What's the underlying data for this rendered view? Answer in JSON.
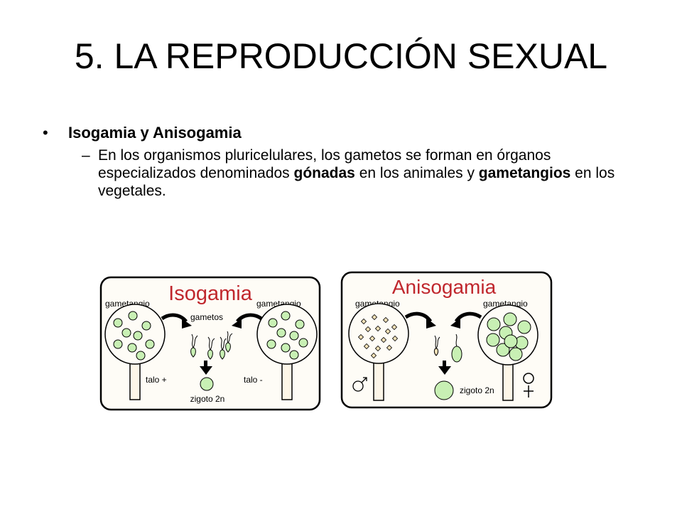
{
  "slide": {
    "title": "5. LA REPRODUCCIÓN SEXUAL",
    "bullet": "Isogamia y Anisogamia",
    "sub_parts": [
      "En los organismos pluricelulares, los gametos se forman en órganos especializados denominados ",
      "gónadas",
      " en los animales y ",
      "gametangios",
      " en los vegetales."
    ]
  },
  "isogamia": {
    "title": "Isogamia",
    "left_label": "gametangio",
    "right_label": "gametangio",
    "gametes_label": "gametos",
    "thallus_plus": "talo +",
    "thallus_minus": "talo -",
    "zygote": "zigoto 2n"
  },
  "anisogamia": {
    "title": "Anisogamia",
    "left_label": "gametangio",
    "right_label": "gametangio",
    "zygote": "zigoto 2n"
  },
  "colors": {
    "title_red": "#c0272d",
    "cell_green": "#c8f0b4",
    "stalk_fill": "#fdf6e8",
    "gamete_tan": "#f4e2b8",
    "panel_fill": "#fefcf6"
  }
}
